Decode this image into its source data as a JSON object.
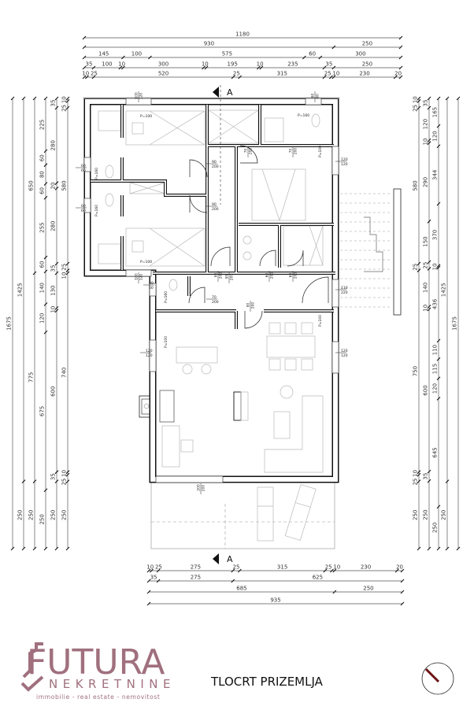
{
  "title": "TLOCRT PRIZEMLJA",
  "logo": {
    "name": "FUTURA",
    "subtitle": "NEKRETNINE",
    "tagline": "immobilie - real estate - nemovitost",
    "color": "#a0707e"
  },
  "section_marker": "A",
  "dimensions": {
    "top": [
      [
        1180
      ],
      [
        930,
        250
      ],
      [
        145,
        100,
        575,
        60,
        300
      ],
      [
        35,
        100,
        10,
        300,
        10,
        195,
        10,
        235,
        35,
        250
      ],
      [
        10,
        25,
        520,
        25,
        315,
        25,
        10,
        230,
        20
      ]
    ],
    "left": [
      [
        1675
      ],
      [
        1425,
        250
      ],
      [
        650,
        775,
        250
      ],
      [
        225,
        60,
        80,
        60,
        255,
        60,
        140,
        120,
        675,
        250
      ],
      [
        35,
        280,
        20,
        280,
        35,
        130,
        10,
        600,
        35,
        250
      ],
      [
        10,
        25,
        580,
        25,
        10,
        740,
        10,
        25,
        250
      ]
    ],
    "right": [
      [
        10,
        25,
        580,
        25,
        750,
        10,
        25,
        250
      ],
      [
        35,
        120,
        10,
        290,
        150,
        25,
        140,
        10,
        600,
        35,
        250
      ],
      [
        165,
        120,
        344,
        370,
        10,
        436,
        110,
        115,
        120,
        645,
        250
      ],
      [
        1425,
        250
      ],
      [
        1675
      ]
    ],
    "bottom": [
      [
        10,
        25,
        275,
        25,
        315,
        25,
        10,
        230,
        20
      ],
      [
        35,
        275,
        625
      ],
      [
        685,
        250
      ],
      [
        935
      ]
    ]
  },
  "openings": [
    {
      "a": "100",
      "b": "120"
    },
    {
      "a": "60",
      "b": "60"
    },
    {
      "a": "90",
      "b": "200"
    },
    {
      "a": "70",
      "b": "200"
    },
    {
      "a": "70",
      "b": "200"
    },
    {
      "a": "90",
      "b": "200"
    },
    {
      "a": "90",
      "b": "200"
    },
    {
      "a": "120",
      "b": "120"
    },
    {
      "a": "90",
      "b": "200"
    },
    {
      "a": "60",
      "b": "200"
    },
    {
      "a": "60",
      "b": "200"
    },
    {
      "a": "110",
      "b": "220"
    },
    {
      "a": "100",
      "b": "120"
    },
    {
      "a": "60",
      "b": "60"
    },
    {
      "a": "70",
      "b": "200"
    },
    {
      "a": "90",
      "b": "200"
    },
    {
      "a": "120",
      "b": "120"
    },
    {
      "a": "120",
      "b": "120"
    },
    {
      "a": "200",
      "b": "200"
    },
    {
      "a": "60",
      "b": "60"
    },
    {
      "a": "60",
      "b": "60"
    }
  ],
  "parapets": [
    "P=100",
    "P=160",
    "P=100",
    "P=160",
    "P=160",
    "P=100",
    "P=160",
    "P=100",
    "P=100"
  ]
}
